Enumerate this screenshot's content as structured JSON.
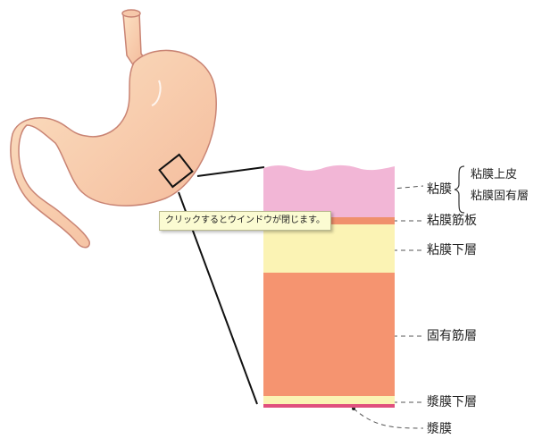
{
  "tooltip": {
    "text": "クリックするとウインドウが閉じます。"
  },
  "labels": {
    "mucosa": "粘膜",
    "mucosa_epithelium": "粘膜上皮",
    "lamina_propria": "粘膜固有層",
    "muscularis_mucosae": "粘膜筋板",
    "submucosa": "粘膜下層",
    "muscularis_propria": "固有筋層",
    "subserosa": "漿膜下層",
    "serosa": "漿膜"
  },
  "colors": {
    "mucosa": "#f2b6d6",
    "muscularis_mucosae": "#f0906c",
    "submucosa": "#fbf3b4",
    "muscularis_propria": "#f59470",
    "subserosa": "#fbf3b4",
    "serosa": "#e0507e",
    "stomach_fill": "#f9cfa8",
    "stomach_outline": "#d68a78"
  }
}
